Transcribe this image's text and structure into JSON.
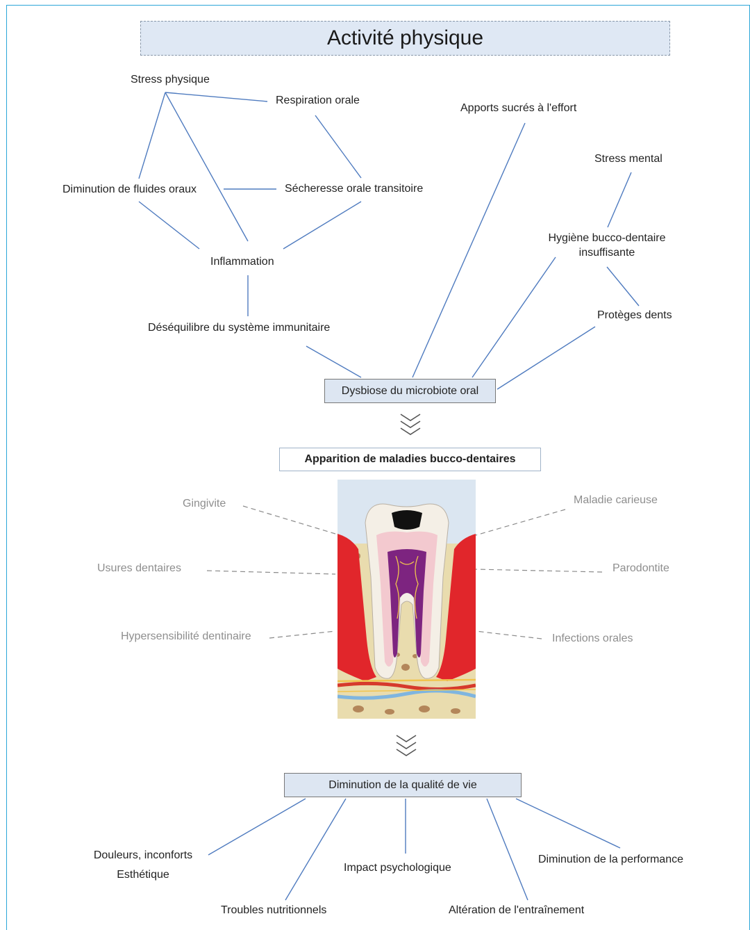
{
  "title": "Activité physique",
  "factors": {
    "stress_physique": "Stress physique",
    "respiration_orale": "Respiration orale",
    "apports_sucres": "Apports sucrés à l'effort",
    "stress_mental": "Stress mental",
    "diminution_fluides": "Diminution de fluides oraux",
    "secheresse": "Sécheresse orale transitoire",
    "hygiene_line1": "Hygiène bucco-dentaire",
    "hygiene_line2": "insuffisante",
    "inflammation": "Inflammation",
    "proteges_dents": "Protèges dents",
    "desequilibre": "Déséquilibre du système immunitaire"
  },
  "dysbiose": "Dysbiose du microbiote oral",
  "apparition": "Apparition de maladies bucco-dentaires",
  "diseases": {
    "gingivite": "Gingivite",
    "maladie_carieuse": "Maladie carieuse",
    "usures": "Usures dentaires",
    "parodontite": "Parodontite",
    "hypersensibilite": "Hypersensibilité dentinaire",
    "infections": "Infections orales"
  },
  "qualite": "Diminution de la qualité de vie",
  "consequences": {
    "douleurs_line1": "Douleurs, inconforts",
    "douleurs_line2": "Esthétique",
    "impact_psy": "Impact psychologique",
    "diminution_perf": "Diminution de la performance",
    "troubles_nutri": "Troubles nutritionnels",
    "alteration": "Altération de l'entraînement"
  },
  "colors": {
    "frame": "#2aa6d8",
    "connector": "#4f7bbf",
    "box_fill": "#dde6f2",
    "gums": "#e1262b",
    "bone": "#e9dcae",
    "pulp": "#7d2480"
  },
  "icons": [
    "chevron-down-icon",
    "tooth-cross-section"
  ]
}
